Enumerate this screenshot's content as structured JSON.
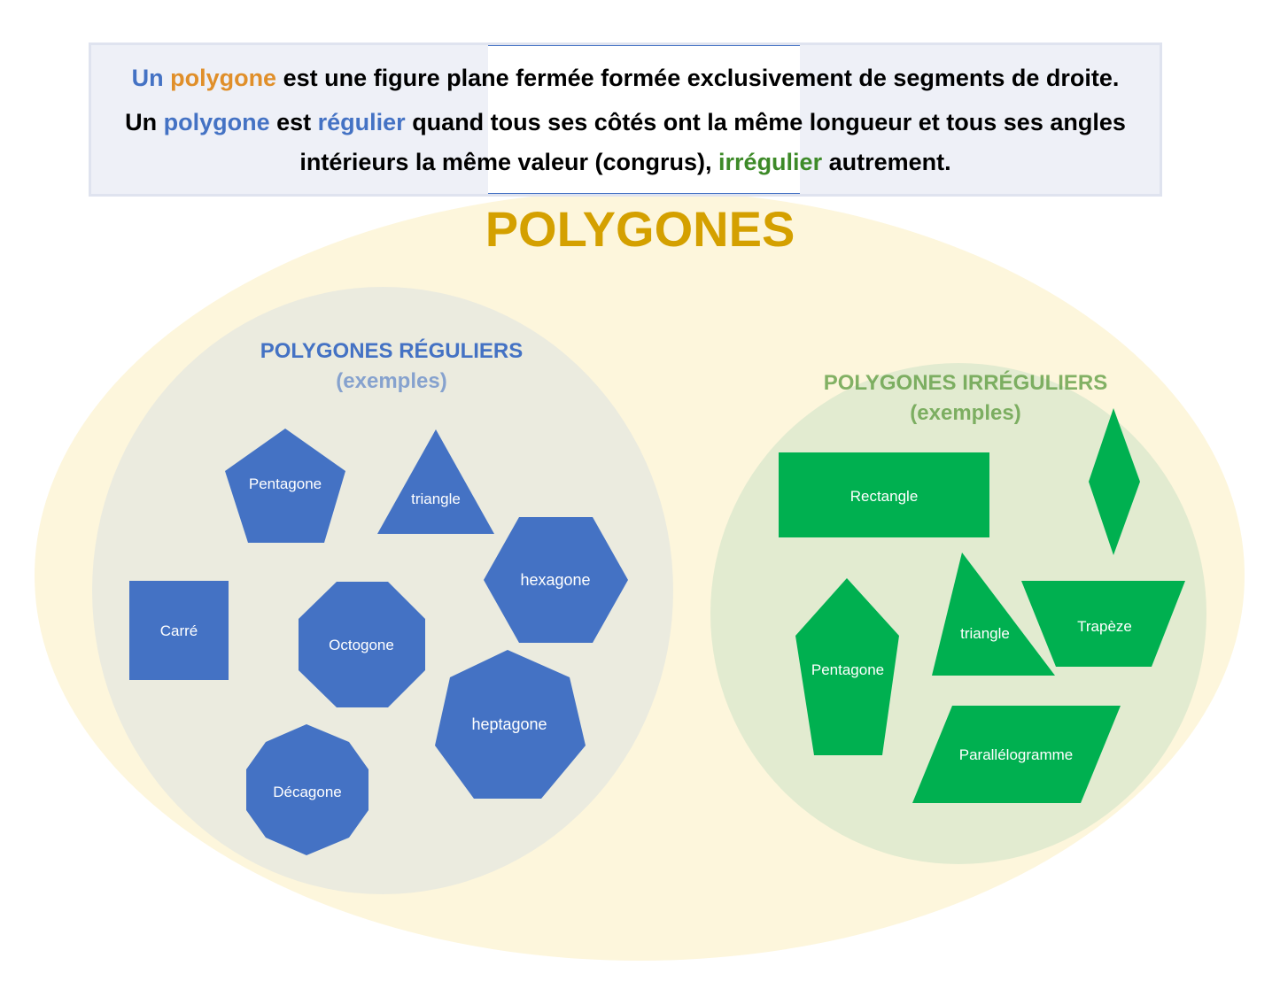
{
  "definition": {
    "line1": [
      {
        "text": "Un ",
        "color": "blue"
      },
      {
        "text": "polygone",
        "color": "orange"
      },
      {
        "text": " est une figure plane fermée formée exclusivement de segments de droite.",
        "color": "black"
      }
    ],
    "line2": [
      {
        "text": "Un ",
        "color": "black"
      },
      {
        "text": "polygone",
        "color": "blue"
      },
      {
        "text": " est ",
        "color": "black"
      },
      {
        "text": "régulier",
        "color": "blue"
      },
      {
        "text": " quand tous ses côtés ont la même longueur et tous ses angles",
        "color": "black"
      }
    ],
    "line3": [
      {
        "text": "intérieurs la même valeur (congrus), ",
        "color": "black"
      },
      {
        "text": "irrégulier",
        "color": "green"
      },
      {
        "text": " autrement.",
        "color": "black"
      }
    ]
  },
  "title": "POLYGONES",
  "regular": {
    "title": "POLYGONES RÉGULIERS",
    "subtitle": "(exemples)",
    "shapes": {
      "pentagon": "Pentagone",
      "triangle": "triangle",
      "hexagon": "hexagone",
      "square": "Carré",
      "octagon": "Octogone",
      "heptagon": "heptagone",
      "decagon": "Décagone"
    }
  },
  "irregular": {
    "title": "POLYGONES IRRÉGULIERS",
    "subtitle": "(exemples)",
    "shapes": {
      "rectangle": "Rectangle",
      "rhombus": "",
      "pentagon": "Pentagone",
      "triangle": "triangle",
      "trapeze": "Trapèze",
      "parallelogram": "Parallélogramme"
    }
  },
  "colors": {
    "outer": "#fdf6dc",
    "regular_circle": "#ebebdf",
    "irregular_circle": "#e2ebd0",
    "regular_fill": "#4472c4",
    "irregular_fill": "#00b050",
    "title": "#d4a000"
  }
}
